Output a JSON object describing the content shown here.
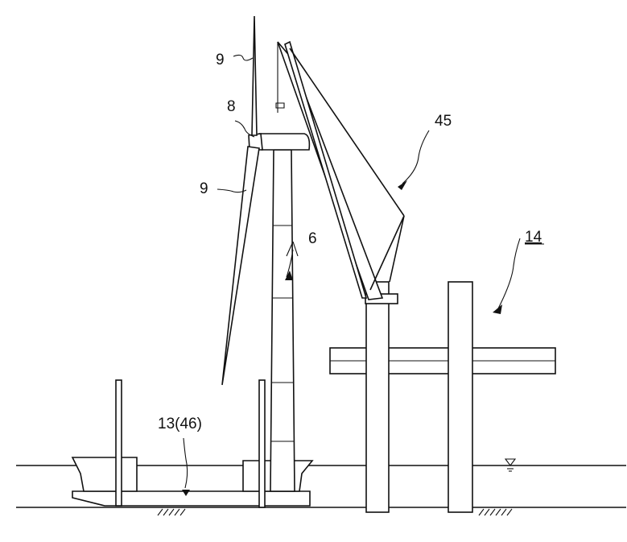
{
  "labels": {
    "blade_upper": "9",
    "nacelle": "8",
    "blade_lower": "9",
    "crane": "45",
    "tower": "6",
    "platform": "14",
    "barge": "13(46)"
  },
  "colors": {
    "line": "#111111",
    "background": "#ffffff"
  }
}
